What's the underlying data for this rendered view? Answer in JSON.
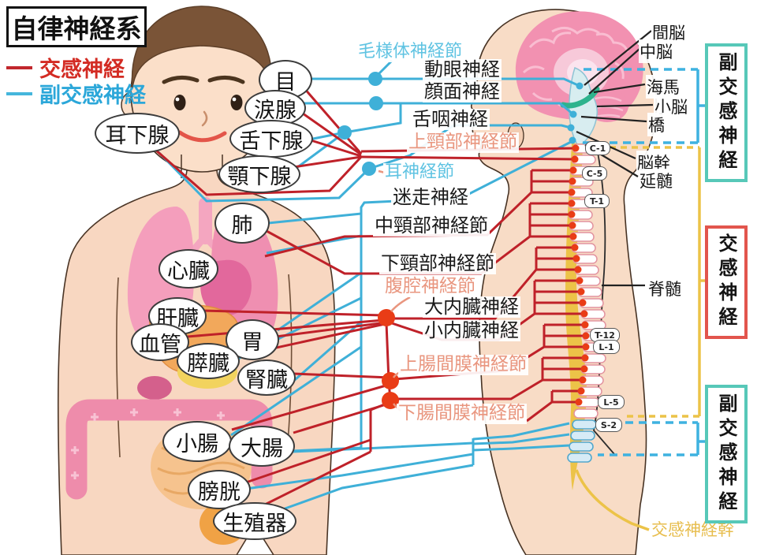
{
  "title": "自律神経系",
  "legend": {
    "items": [
      {
        "id": "sympathetic",
        "label": "交感神経",
        "color": "#c1272d"
      },
      {
        "id": "parasympathetic",
        "label": "副交感神経",
        "color": "#29a7d8"
      }
    ]
  },
  "organs": [
    {
      "id": "eye",
      "label": "目"
    },
    {
      "id": "lacrimal-gland",
      "label": "涙腺"
    },
    {
      "id": "sublingual-gland",
      "label": "舌下腺"
    },
    {
      "id": "submandibular-gland",
      "label": "顎下腺"
    },
    {
      "id": "parotid-gland",
      "label": "耳下腺"
    },
    {
      "id": "lung",
      "label": "肺"
    },
    {
      "id": "heart",
      "label": "心臓"
    },
    {
      "id": "liver",
      "label": "肝臓"
    },
    {
      "id": "blood-vessel",
      "label": "血管"
    },
    {
      "id": "stomach",
      "label": "胃"
    },
    {
      "id": "pancreas",
      "label": "膵臓"
    },
    {
      "id": "kidney",
      "label": "腎臓"
    },
    {
      "id": "small-intestine",
      "label": "小腸"
    },
    {
      "id": "large-intestine",
      "label": "大腸"
    },
    {
      "id": "bladder",
      "label": "膀胱"
    },
    {
      "id": "genitals",
      "label": "生殖器"
    }
  ],
  "nerves": [
    {
      "id": "ciliary-ganglion",
      "label": "毛様体神経節",
      "type": "parasympathetic-ganglion"
    },
    {
      "id": "oculomotor-nerve",
      "label": "動眼神経",
      "type": "cranial-nerve"
    },
    {
      "id": "facial-nerve",
      "label": "顔面神経",
      "type": "cranial-nerve"
    },
    {
      "id": "glossopharyngeal-nerve",
      "label": "舌咽神経",
      "type": "cranial-nerve"
    },
    {
      "id": "superior-cervical-ganglion",
      "label": "上頸部神経節",
      "type": "sympathetic-ganglion"
    },
    {
      "id": "otic-ganglion",
      "label": "耳神経節",
      "type": "parasympathetic-ganglion"
    },
    {
      "id": "vagus-nerve",
      "label": "迷走神経",
      "type": "cranial-nerve"
    },
    {
      "id": "middle-cervical-ganglion",
      "label": "中頸部神経節",
      "type": "sympathetic-ganglion"
    },
    {
      "id": "inferior-cervical-ganglion",
      "label": "下頸部神経節",
      "type": "sympathetic-ganglion"
    },
    {
      "id": "celiac-ganglion",
      "label": "腹腔神経節",
      "type": "sympathetic-ganglion"
    },
    {
      "id": "greater-splanchnic-nerve",
      "label": "大内臓神経",
      "type": "sympathetic-nerve"
    },
    {
      "id": "lesser-splanchnic-nerve",
      "label": "小内臓神経",
      "type": "sympathetic-nerve"
    },
    {
      "id": "superior-mesenteric-ganglion",
      "label": "上腸間膜神経節",
      "type": "sympathetic-ganglion"
    },
    {
      "id": "inferior-mesenteric-ganglion",
      "label": "下腸間膜神経節",
      "type": "sympathetic-ganglion"
    }
  ],
  "brain": [
    {
      "id": "diencephalon",
      "label": "間脳"
    },
    {
      "id": "midbrain",
      "label": "中脳"
    },
    {
      "id": "hippocampus",
      "label": "海馬"
    },
    {
      "id": "cerebellum",
      "label": "小脳"
    },
    {
      "id": "pons",
      "label": "橋"
    },
    {
      "id": "brainstem",
      "label": "脳幹"
    },
    {
      "id": "medulla",
      "label": "延髄"
    }
  ],
  "spine": {
    "segments": [
      "C-1",
      "C-5",
      "T-1",
      "T-12",
      "L-1",
      "L-5",
      "S-2"
    ],
    "spinal_cord": "脊髄",
    "sympathetic_trunk": "交感神経幹"
  },
  "side_labels": [
    {
      "id": "parasympathetic-cranial",
      "label": "副交感神経",
      "color": "#57c8b8"
    },
    {
      "id": "sympathetic",
      "label": "交感神経",
      "color": "#e2554d"
    },
    {
      "id": "parasympathetic-sacral",
      "label": "副交感神経",
      "color": "#57c8b8"
    }
  ],
  "colors": {
    "sympathetic_line": "#bf2129",
    "parasympathetic_line": "#3fb0d8",
    "ganglion_dot": "#e93c16",
    "trunk_yellow": "#ecc348",
    "skin": "#f8d9c3"
  }
}
